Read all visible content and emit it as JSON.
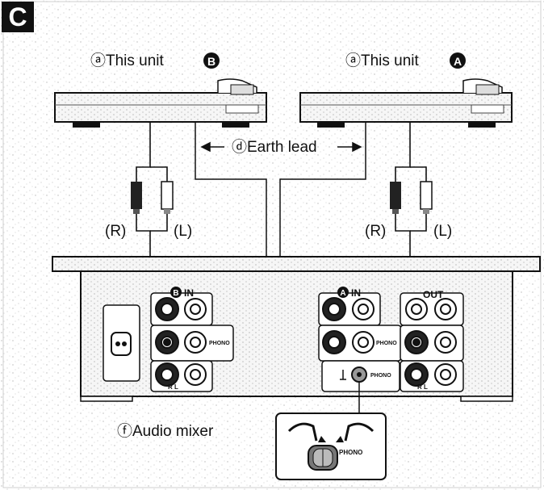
{
  "section_letter": "C",
  "turntable_b": {
    "label": "ⓐThis unit",
    "badge": "B"
  },
  "turntable_a": {
    "label": "ⓐThis unit",
    "badge": "A"
  },
  "earth_lead_label": "ⓓEarth lead",
  "left_channel_r": "(R)",
  "left_channel_l": "(L)",
  "right_channel_r": "(R)",
  "right_channel_l": "(L)",
  "mixer": {
    "label": "ⓕAudio mixer",
    "input_b_label": "IN",
    "input_b_badge": "B",
    "input_a_label": "IN",
    "input_a_badge": "A",
    "output_label": "OUT",
    "phono_label": "PHONO",
    "r_label": "R",
    "l_label": "L",
    "rl_label": "R  L"
  },
  "colors": {
    "ink": "#111111",
    "speckle": "#bdbdbd",
    "panel": "#ffffff"
  }
}
